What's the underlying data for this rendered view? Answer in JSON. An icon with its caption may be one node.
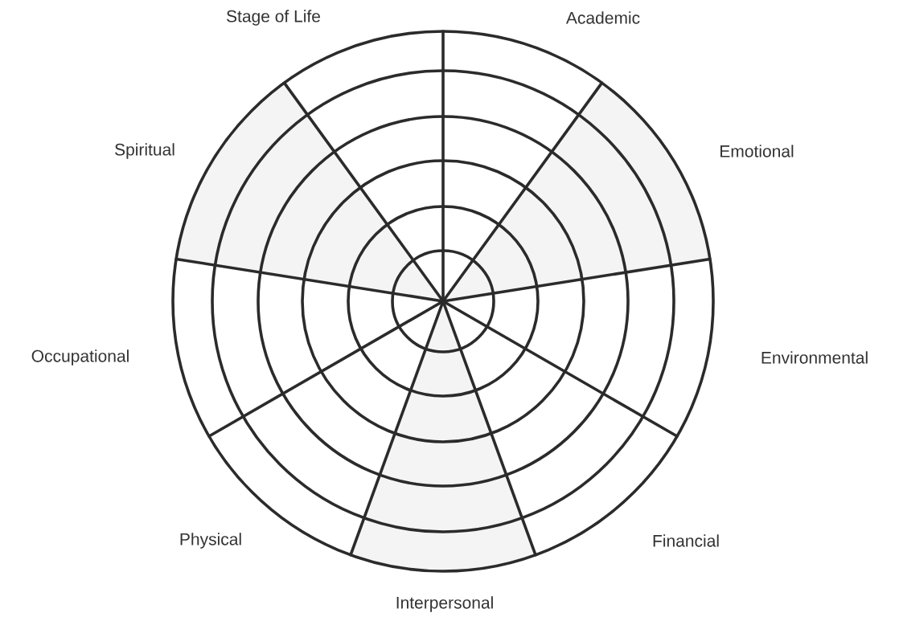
{
  "diagram": {
    "nodes": [
      {
        "text": [
          "Stage of Life"
        ]
      },
      {
        "text": [
          "Academic"
        ]
      },
      {
        "text": [
          "Spiritual"
        ]
      },
      {
        "text": [
          "Emotional"
        ]
      },
      {
        "text": [
          "Occupational"
        ]
      },
      {
        "text": [
          "Environmental"
        ]
      },
      {
        "text": [
          "Physical"
        ]
      },
      {
        "text": [
          "Financial"
        ]
      },
      {
        "text": [
          "Interpersonal"
        ]
      }
    ]
  }
}
